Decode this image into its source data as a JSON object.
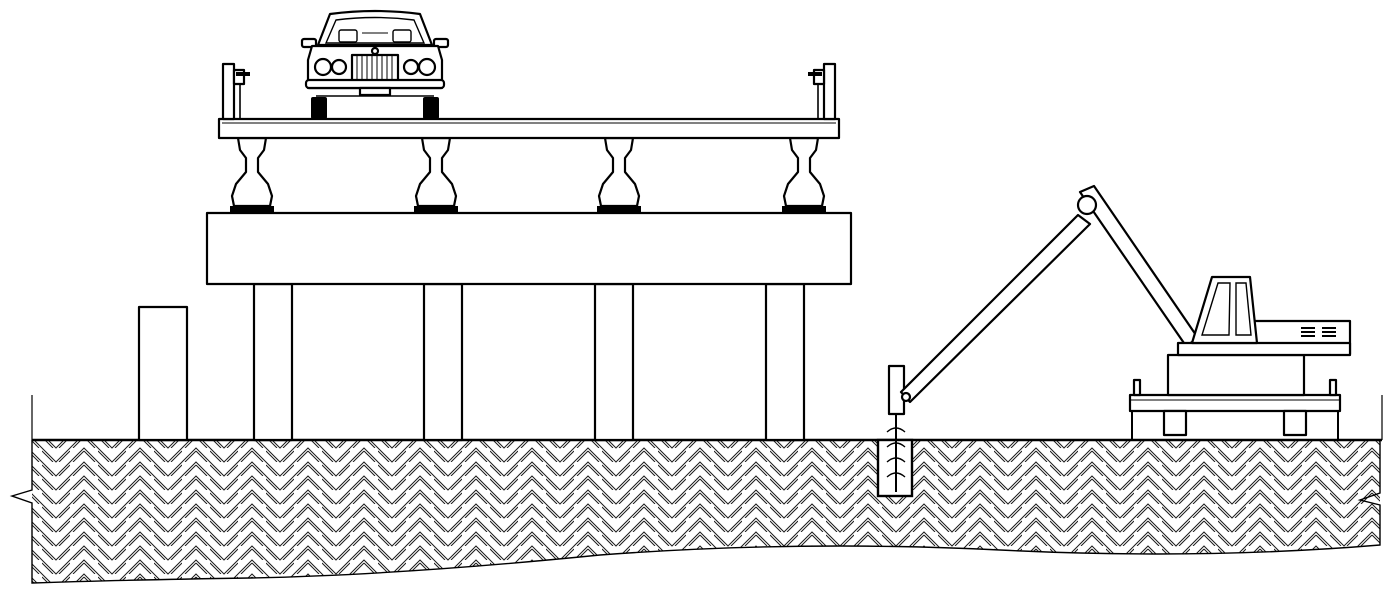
{
  "colors": {
    "background": "#ffffff",
    "line": "#000000",
    "soil_hatch": "#1a1a1a"
  },
  "scene": {
    "bridge_girder_count": 4,
    "bridge_column_count": 4,
    "auger_flight_count": 4,
    "icons": [
      "car-icon",
      "crane-icon",
      "auger-icon"
    ]
  }
}
